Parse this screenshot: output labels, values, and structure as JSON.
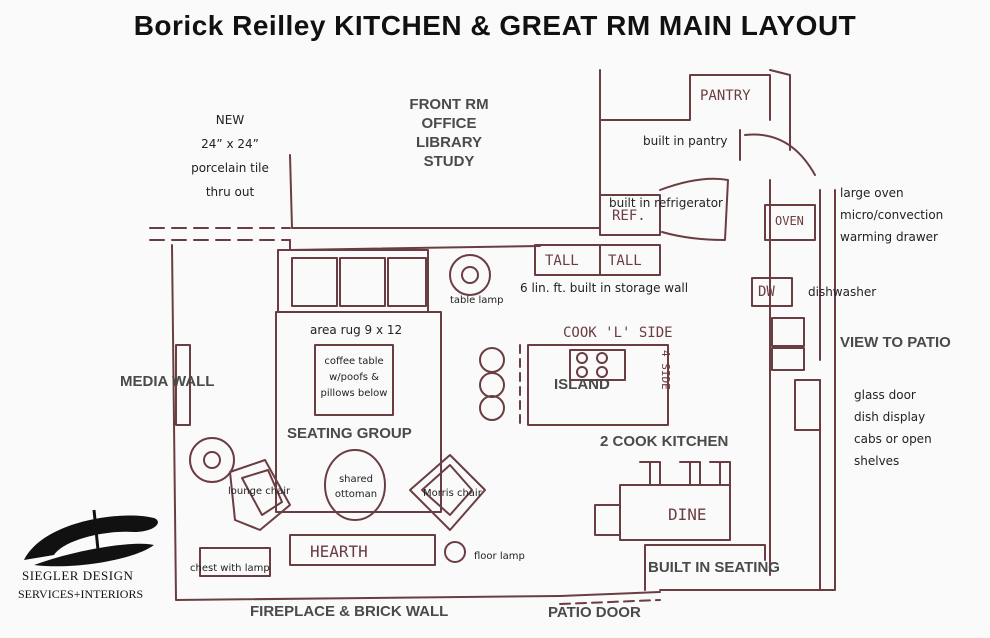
{
  "title": "Borick Reilley KITCHEN & GREAT RM MAIN LAYOUT",
  "labels": {
    "front_rm": [
      "FRONT RM",
      "OFFICE",
      "LIBRARY",
      "STUDY"
    ],
    "view_to_patio": "VIEW TO PATIO",
    "media_wall": "MEDIA  WALL",
    "island": "ISLAND",
    "seating_group": "SEATING GROUP",
    "two_cook_kitchen": "2 COOK KITCHEN",
    "built_in_seating": "BUILT IN SEATING",
    "fireplace_wall": "FIREPLACE & BRICK WALL",
    "patio_door": "PATIO DOOR"
  },
  "notes": {
    "tile": [
      "NEW",
      "24” x 24”",
      "porcelain tile",
      "thru out"
    ],
    "built_in_pantry": "built in pantry",
    "built_in_refrigerator": "built in refrigerator",
    "oven_stack": [
      "large oven",
      "micro/convection",
      "warming drawer"
    ],
    "dishwasher": "dishwasher",
    "storage_wall": "6 lin. ft. built in storage wall",
    "table_lamp": "table lamp",
    "area_rug": "area rug 9 x 12",
    "coffee_table": [
      "coffee table",
      "w/poofs &",
      "pillows below"
    ],
    "glass_door": [
      "glass door",
      "dish display",
      "cabs or open",
      "shelves"
    ],
    "lounge_chair": "lounge chair",
    "shared_ottoman": [
      "shared",
      "ottoman"
    ],
    "morris_chair": "Morris chair",
    "chest_with_lamp": "chest with lamp",
    "floor_lamp": "floor lamp"
  },
  "sketch": {
    "pantry": "PANTRY",
    "ref": "REF.",
    "tall_1": "TALL",
    "tall_2": "TALL",
    "oven": "OVEN",
    "dw": "DW",
    "cook_l_side": "COOK 'L' SIDE",
    "four_side": "4 SIDE",
    "hearth": "HEARTH",
    "dine": "DINE"
  },
  "logo": {
    "name": "SIEGLER DESIGN",
    "sub": "SERVICES+INTERIORS"
  },
  "colors": {
    "ink": "#6a3d42",
    "label": "#4a4a4a"
  }
}
